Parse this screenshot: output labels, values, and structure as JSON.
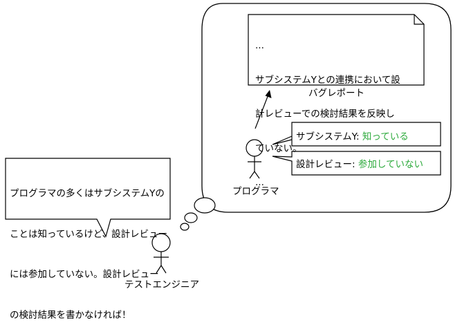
{
  "bug_report": {
    "lines": [
      "...",
      "サブシステムYとの連携において設",
      "計レビューでの検討結果を反映し",
      "ていない。",
      "..."
    ],
    "caption": "バグレポート"
  },
  "programmer": {
    "label": "プログラマ",
    "statuses": [
      {
        "subject": "サブシステムY: ",
        "value": "知っている"
      },
      {
        "subject": "設計レビュー: ",
        "value": "参加していない"
      }
    ]
  },
  "tester": {
    "label": "テストエンジニア",
    "thought_lines": [
      "プログラマの多くはサブシステムYの",
      "ことは知っているけど、設計レビュー",
      "には参加していない。設計レビュー",
      "の検討結果を書かなければ！"
    ]
  },
  "colors": {
    "highlight": "#2daa3c",
    "stroke": "#000000"
  }
}
